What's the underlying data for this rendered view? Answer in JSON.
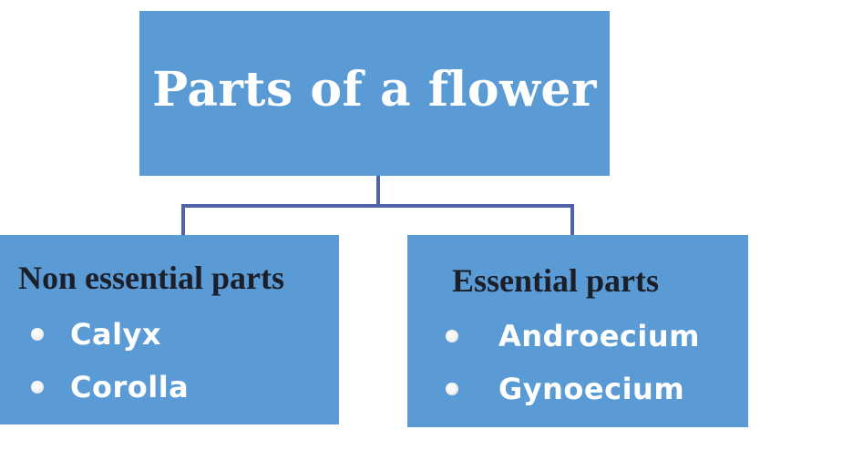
{
  "diagram": {
    "root": {
      "title": "Parts of a flower"
    },
    "branches": [
      {
        "heading": "Non essential parts",
        "items": [
          "Calyx",
          "Corolla"
        ]
      },
      {
        "heading": "Essential parts",
        "items": [
          "Androecium",
          "Gynoecium"
        ]
      }
    ]
  },
  "colors": {
    "box_fill": "#5b9bd5",
    "connector": "#4f63a8",
    "heading_text": "#1b1f2a",
    "item_text": "#ffffff"
  }
}
